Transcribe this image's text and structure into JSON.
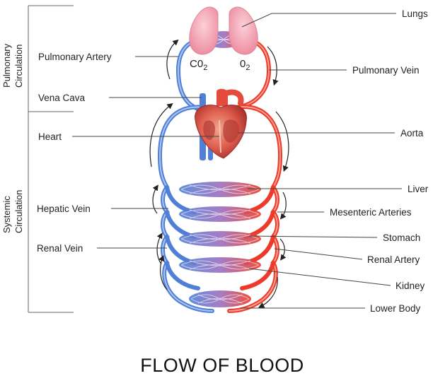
{
  "title": "FLOW OF BLOOD",
  "sections": {
    "pulmonary": "Pulmonary Circulation",
    "pulmonary_line1": "Pulmonary",
    "pulmonary_line2": "Circulation",
    "systemic_line1": "Systemic",
    "systemic_line2": "Circulation"
  },
  "labels_left": {
    "pulmonary_artery": "Pulmonary Artery",
    "vena_cava": "Vena Cava",
    "heart": "Heart",
    "hepatic_vein": "Hepatic Vein",
    "renal_vein": "Renal Vein"
  },
  "labels_right": {
    "lungs": "Lungs",
    "pulmonary_vein": "Pulmonary Vein",
    "aorta": "Aorta",
    "liver": "Liver",
    "mesenteric_arteries": "Mesenteric Arteries",
    "stomach": "Stomach",
    "renal_artery": "Renal Artery",
    "kidney": "Kidney",
    "lower_body": "Lower Body"
  },
  "gas": {
    "co2": "C0",
    "co2_sub": "2",
    "o2": "0",
    "o2_sub": "2"
  },
  "colors": {
    "vein": "#4f7fd6",
    "artery": "#ee3a2a",
    "lung": "#f4a7b4",
    "heart": "#d8504a"
  }
}
